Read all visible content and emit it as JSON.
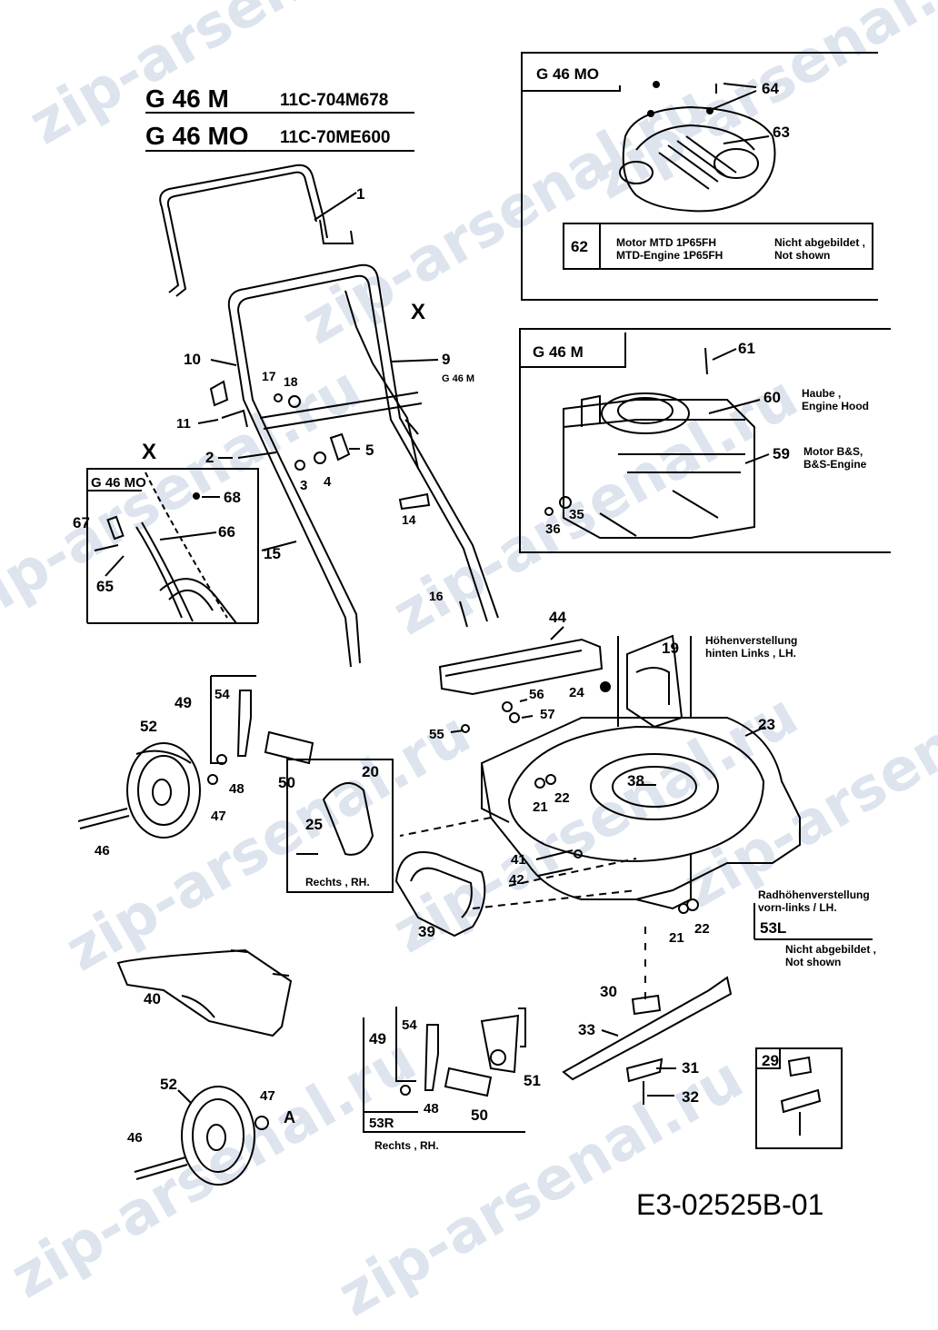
{
  "watermarks": [
    "zip-arsenal.ru",
    "zip-arsenal.ru",
    "zip-arsenal.ru",
    "zip-arsenal.ru",
    "zip-arsenal.ru",
    "zip-arsenal.ru",
    "zip-arsenal.ru",
    "zip-arsenal.ru",
    "zip-arsenal.ru",
    "zip-arsenal.ru"
  ],
  "header": {
    "model1": "G 46 M",
    "code1": "11C-704M678",
    "model2": "G 46 MO",
    "code2": "11C-70ME600"
  },
  "diagram_code": "E3-02525B-01",
  "inset_mo": {
    "title": "G 46 MO",
    "part62": "62",
    "desc_line1": "Motor MTD 1P65FH",
    "desc_line2": "MTD-Engine 1P65FH",
    "note_line1": "Nicht abgebildet ,",
    "note_line2": "Not shown",
    "p63": "63",
    "p64": "64"
  },
  "inset_m": {
    "title": "G 46 M",
    "p61": "61",
    "p60": "60",
    "p59": "59",
    "p35": "35",
    "p36": "36",
    "hood_line1": "Haube ,",
    "hood_line2": "Engine Hood",
    "engine_line1": "Motor B&S,",
    "engine_line2": "B&S-Engine"
  },
  "inset_x": {
    "marker": "X",
    "title": "G 46 MO",
    "p65": "65",
    "p66": "66",
    "p67": "67",
    "p68": "68"
  },
  "handle": {
    "x_marker": "X",
    "p1": "1",
    "p2": "2",
    "p3": "3",
    "p4": "4",
    "p5": "5",
    "p9": "9",
    "p9_note": "G 46 M",
    "p10": "10",
    "p11": "11",
    "p14": "14",
    "p15": "15",
    "p16": "16",
    "p17": "17",
    "p18": "18"
  },
  "deck": {
    "p19": "19",
    "height_rear_line1": "Höhenverstellung",
    "height_rear_line2": "hinten Links , LH.",
    "p23": "23",
    "p24": "24",
    "p38": "38",
    "p44": "44",
    "p55": "55",
    "p56": "56",
    "p57": "57",
    "p21a": "21",
    "p22a": "22",
    "p41": "41",
    "p42": "42",
    "p39": "39",
    "p21b": "21",
    "p22b": "22",
    "height_front_line1": "Radhöhenverstellung",
    "height_front_line2": "vorn-links / LH.",
    "p53L": "53L",
    "nicht_line1": "Nicht abgebildet ,",
    "nicht_line2": "Not shown"
  },
  "left_wheel": {
    "p49": "49",
    "p52": "52",
    "p54": "54",
    "p48": "48",
    "p47": "47",
    "p46": "46",
    "p50": "50",
    "p20": "20",
    "p25": "25",
    "rechts": "Rechts ,  RH."
  },
  "bottom": {
    "p40": "40",
    "p52": "52",
    "p47": "47",
    "marker_A": "A",
    "p46": "46",
    "p49": "49",
    "p54": "54",
    "p48": "48",
    "p50": "50",
    "p51": "51",
    "p53R": "53R",
    "rechts": "Rechts ,  RH.",
    "p30": "30",
    "p33": "33",
    "p31": "31",
    "p32": "32",
    "p29": "29"
  }
}
